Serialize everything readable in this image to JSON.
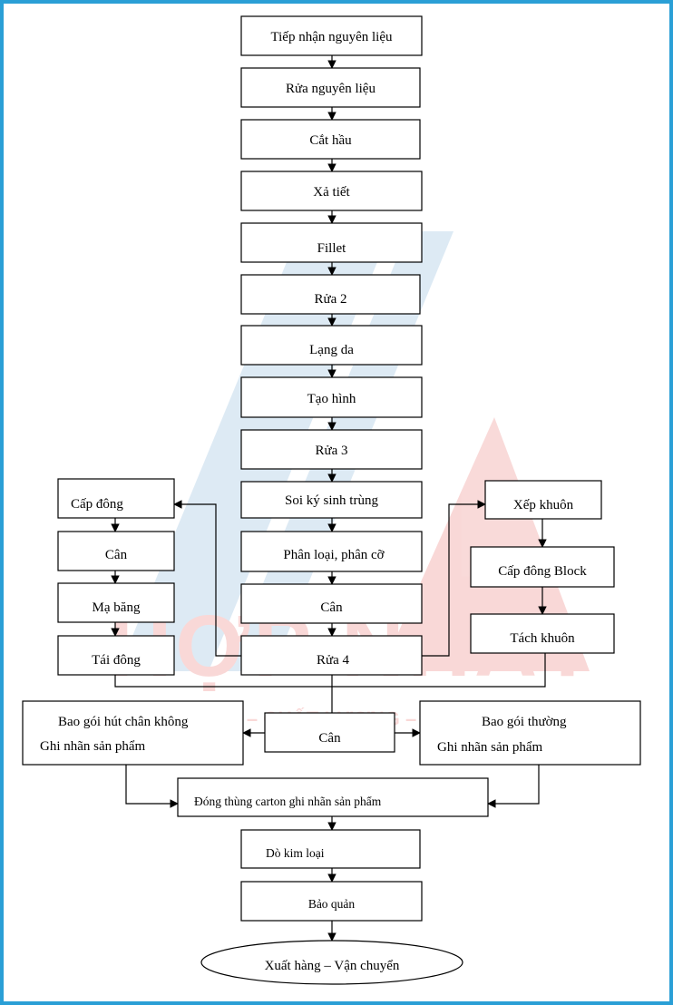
{
  "watermark": {
    "title": "HỢP NHẤT",
    "slogan": "TRUNG THỰC – CHẤT LƯỢNG – NIỀM TIN",
    "colors": {
      "blue": "#4a90c8",
      "red": "#e0302a"
    }
  },
  "flow": {
    "receive": "Tiếp nhận nguyên liệu",
    "wash1": "Rửa nguyên liệu",
    "behead": "Cắt hầu",
    "bleed": "Xả tiết",
    "fillet": "Fillet",
    "wash2": "Rửa 2",
    "skin": "Lạng da",
    "shape": "Tạo hình",
    "wash3": "Rửa 3",
    "parasite": "Soi ký sinh trùng",
    "grade": "Phân loại, phân cỡ",
    "weigh1": "Cân",
    "wash4": "Rửa 4",
    "weigh2": "Cân",
    "carton": "Đóng thùng carton   ghi nhãn sản phẩm",
    "metal": "Dò kim loại",
    "store": "Bảo quản",
    "ship": "Xuất hàng – Vận chuyển"
  },
  "left_branch": {
    "freeze": "Cấp đông",
    "weigh": "Cân",
    "glaze": "Mạ băng",
    "refreeze": "Tái đông",
    "vacuum_line1": "Bao gói hút chân không",
    "vacuum_line2": "Ghi nhãn sản phẩm"
  },
  "right_branch": {
    "mold": "Xếp khuôn",
    "block_freeze": "Cấp đông Block",
    "demold": "Tách khuôn",
    "normal_line1": "Bao gói thường",
    "normal_line2": "Ghi nhãn sản phẩm"
  }
}
